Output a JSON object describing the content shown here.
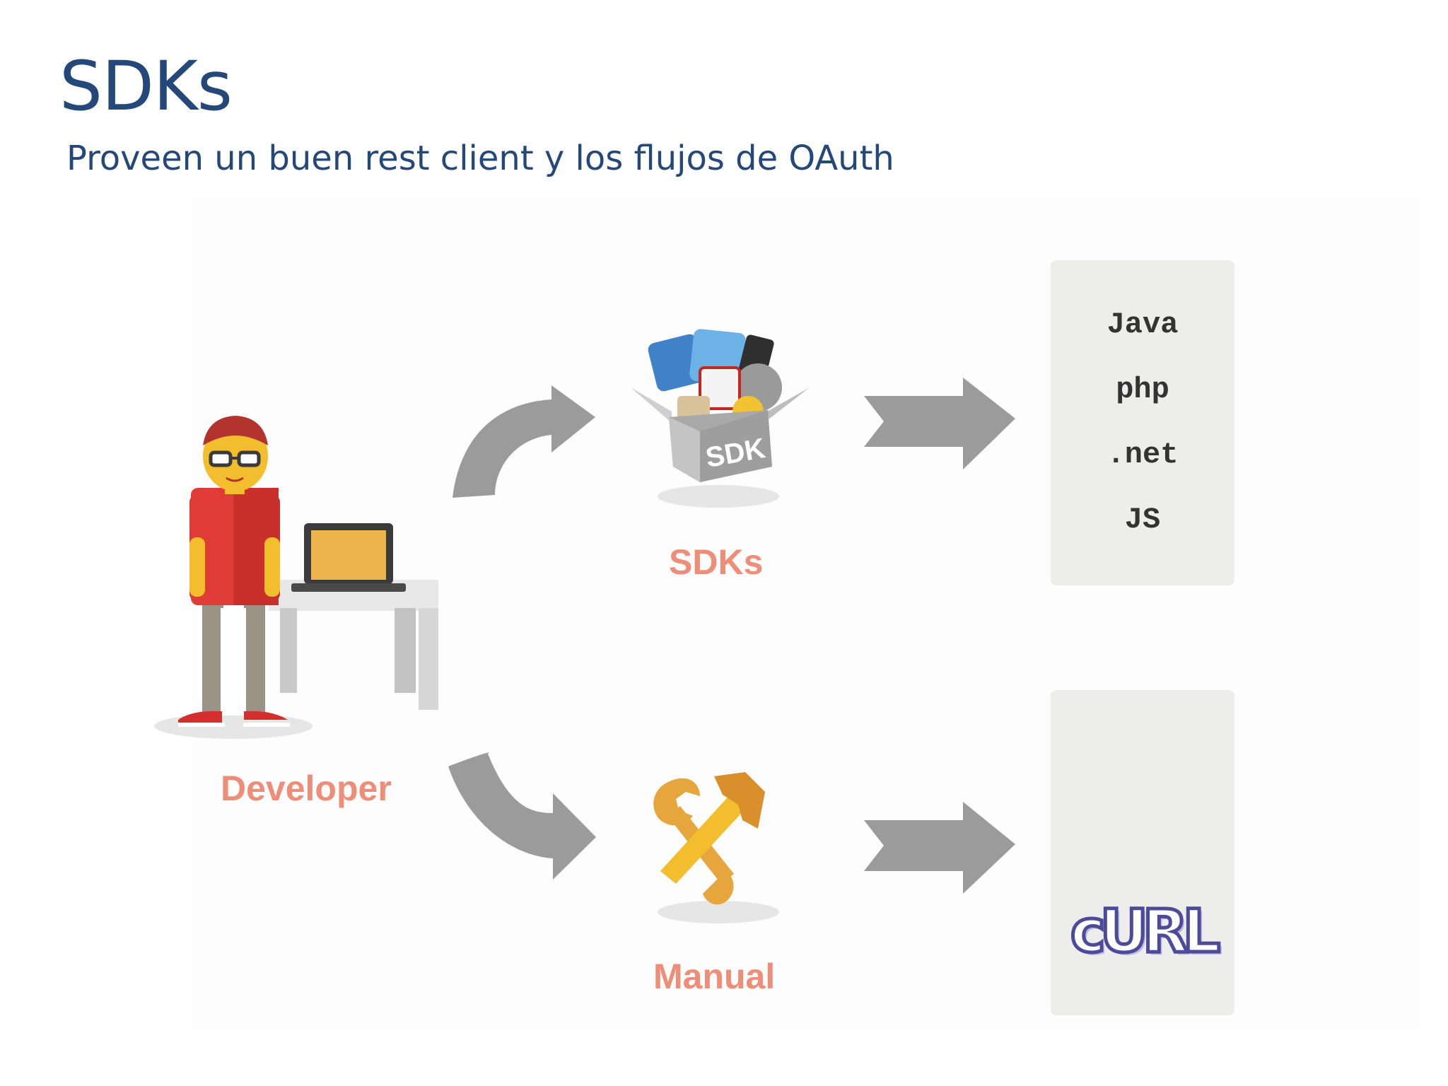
{
  "slide": {
    "title": "SDKs",
    "subtitle": "Proveen un buen rest client y los flujos de OAuth"
  },
  "diagram": {
    "developer_label": "Developer",
    "sdk_label": "SDKs",
    "sdk_box_text": "SDK",
    "manual_label": "Manual",
    "languages": [
      "Java",
      "php",
      ".net",
      "JS"
    ],
    "tools_text": "cURL",
    "browser_icons": [
      "opera-icon",
      "internet-explorer-icon",
      "firefox-icon",
      "chrome-icon",
      "safari-icon"
    ],
    "colors": {
      "title": "#24487a",
      "label": "#ef8e78",
      "arrow": "#9b9b9b",
      "box": "#ededeb"
    }
  }
}
